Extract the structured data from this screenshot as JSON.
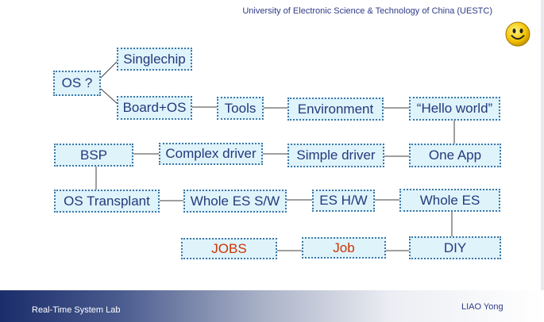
{
  "header": {
    "institution": "University of Electronic Science & Technology of China (UESTC)"
  },
  "diagram": {
    "os": "OS ?",
    "singlechip": "Singlechip",
    "board_os": "Board+OS",
    "tools": "Tools",
    "environment": "Environment",
    "hello_world": "“Hello world”",
    "bsp": "BSP",
    "complex_driver": "Complex driver",
    "simple_driver": "Simple driver",
    "one_app": "One App",
    "os_transplant": "OS Transplant",
    "whole_es_sw": "Whole ES S/W",
    "es_hw": "ES H/W",
    "whole_es": "Whole ES",
    "jobs": "JOBS",
    "job": "Job",
    "diy": "DIY"
  },
  "colors": {
    "node_fill": "#dff3fb",
    "node_border": "#3d77a6",
    "node_text": "#233a7a",
    "highlight_text": "#cc3300"
  },
  "footer": {
    "lab": "Real-Time System Lab",
    "author": "LIAO Yong"
  }
}
